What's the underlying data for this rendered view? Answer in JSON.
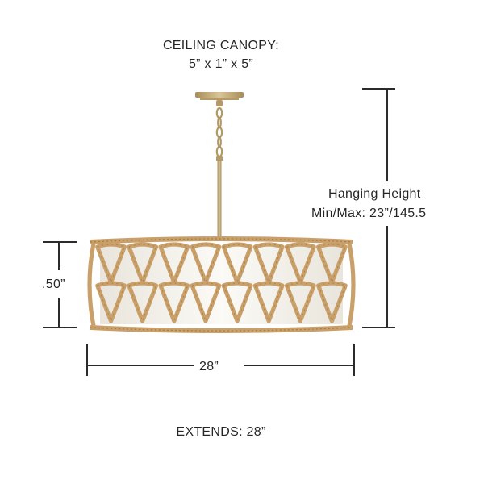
{
  "canopy": {
    "title": "CEILING CANOPY:",
    "dimensions": "5” x 1” x 5”"
  },
  "hanging_height": {
    "title": "Hanging Height",
    "minmax": "Min/Max: 23”/145.5"
  },
  "shade_height": ".50”",
  "width": "28”",
  "extends": "EXTENDS: 28”",
  "colors": {
    "rattan": "#c9a06a",
    "rattan_dark": "#a67c45",
    "brass": "#c2a877",
    "linen": "#f7f5f0",
    "dimension_line": "#2b2b2b"
  }
}
